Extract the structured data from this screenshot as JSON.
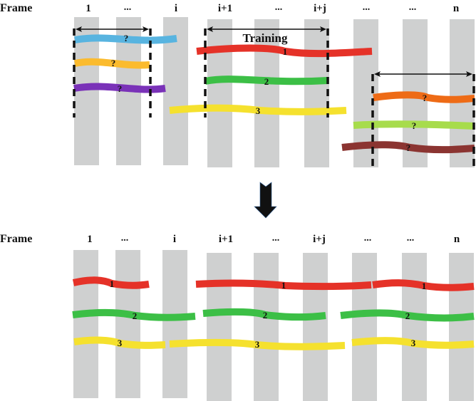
{
  "header": {
    "frame_label": "Frame",
    "frame_labels": [
      "1",
      "...",
      "i",
      "i+1",
      "...",
      "i+j",
      "...",
      "...",
      "n"
    ]
  },
  "top_panel": {
    "training_label": "Training",
    "unknown_marker": "?",
    "left_window": {
      "tracks": [
        {
          "color": "#58b4e0",
          "label": "?"
        },
        {
          "color": "#fbbb2e",
          "label": "?"
        },
        {
          "color": "#7a32b8",
          "label": "?"
        }
      ]
    },
    "training_window": {
      "tracks": [
        {
          "color": "#e53228",
          "label": "1"
        },
        {
          "color": "#3cbf46",
          "label": "2"
        },
        {
          "color": "#f5e12e",
          "label": "3"
        }
      ]
    },
    "right_window": {
      "tracks": [
        {
          "color": "#ee6b16",
          "label": "?"
        },
        {
          "color": "#a7dc4c",
          "label": "?"
        },
        {
          "color": "#8b3431",
          "label": "?"
        }
      ]
    }
  },
  "arrow": {
    "direction": "down",
    "color": "#111111"
  },
  "bottom_panel": {
    "tracks": [
      {
        "color": "#e53228",
        "label": "1"
      },
      {
        "color": "#3cbf46",
        "label": "2"
      },
      {
        "color": "#f5e12e",
        "label": "3"
      }
    ]
  },
  "colors": {
    "frame_bar": "#cfd0d0",
    "dashed_line": "#111111"
  }
}
